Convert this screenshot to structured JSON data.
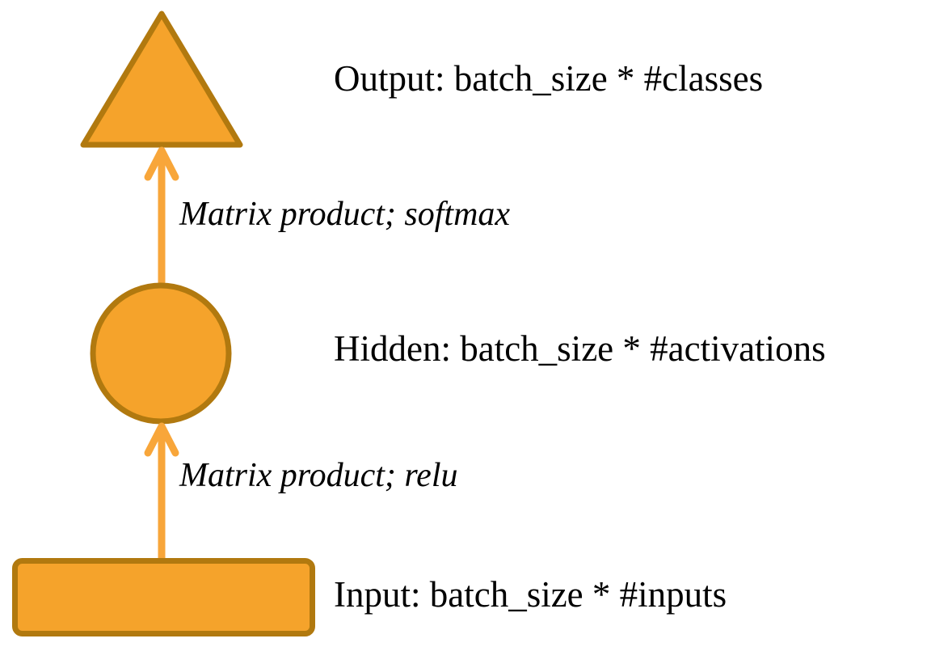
{
  "diagram": {
    "nodes": [
      {
        "id": "output",
        "shape": "triangle",
        "label": "Output: batch_size * #classes"
      },
      {
        "id": "hidden",
        "shape": "circle",
        "label": "Hidden: batch_size * #activations"
      },
      {
        "id": "input",
        "shape": "rectangle",
        "label": "Input: batch_size * #inputs"
      }
    ],
    "edges": [
      {
        "from": "hidden",
        "to": "output",
        "label": "Matrix product; softmax"
      },
      {
        "from": "input",
        "to": "hidden",
        "label": "Matrix product; relu"
      }
    ],
    "colors": {
      "shape_fill": "#F5A32B",
      "shape_border": "#B1790F",
      "arrow": "#F8A63A",
      "text": "#000000",
      "background": "#FFFFFF"
    }
  }
}
